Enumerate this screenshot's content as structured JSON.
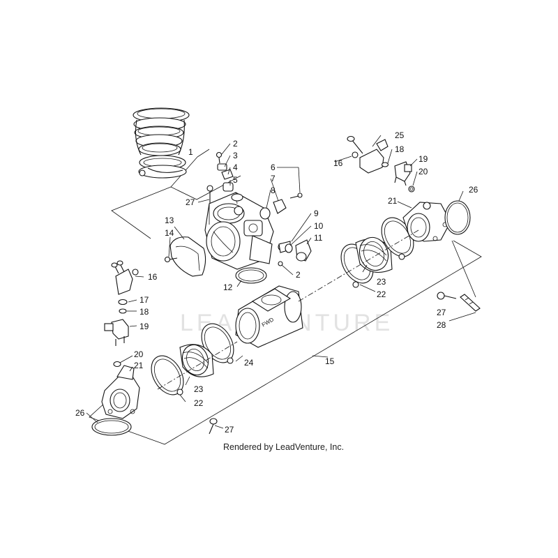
{
  "watermark": "LEADVENTURE",
  "credit": "Rendered by LeadVenture, Inc.",
  "callouts": [
    {
      "id": "c1",
      "label": "1"
    },
    {
      "id": "c2a",
      "label": "2"
    },
    {
      "id": "c3",
      "label": "3"
    },
    {
      "id": "c4",
      "label": "4"
    },
    {
      "id": "c5",
      "label": "5"
    },
    {
      "id": "c6",
      "label": "6"
    },
    {
      "id": "c7",
      "label": "7"
    },
    {
      "id": "c8",
      "label": "8"
    },
    {
      "id": "c9",
      "label": "9"
    },
    {
      "id": "c10",
      "label": "10"
    },
    {
      "id": "c11",
      "label": "11"
    },
    {
      "id": "c2b",
      "label": "2"
    },
    {
      "id": "c12",
      "label": "12"
    },
    {
      "id": "c13",
      "label": "13"
    },
    {
      "id": "c14",
      "label": "14"
    },
    {
      "id": "c27a",
      "label": "27"
    },
    {
      "id": "c16a",
      "label": "16"
    },
    {
      "id": "c17",
      "label": "17"
    },
    {
      "id": "c18a",
      "label": "18"
    },
    {
      "id": "c19a",
      "label": "19"
    },
    {
      "id": "c20a",
      "label": "20"
    },
    {
      "id": "c21a",
      "label": "21"
    },
    {
      "id": "c26a",
      "label": "26"
    },
    {
      "id": "c23a",
      "label": "23"
    },
    {
      "id": "c22a",
      "label": "22"
    },
    {
      "id": "c24",
      "label": "24"
    },
    {
      "id": "c15",
      "label": "15"
    },
    {
      "id": "c27b",
      "label": "27"
    },
    {
      "id": "c25",
      "label": "25"
    },
    {
      "id": "c16b",
      "label": "16"
    },
    {
      "id": "c18b",
      "label": "18"
    },
    {
      "id": "c19b",
      "label": "19"
    },
    {
      "id": "c20b",
      "label": "20"
    },
    {
      "id": "c21b",
      "label": "21"
    },
    {
      "id": "c26b",
      "label": "26"
    },
    {
      "id": "c23b",
      "label": "23"
    },
    {
      "id": "c22b",
      "label": "22"
    },
    {
      "id": "c27c",
      "label": "27"
    },
    {
      "id": "c28",
      "label": "28"
    }
  ]
}
